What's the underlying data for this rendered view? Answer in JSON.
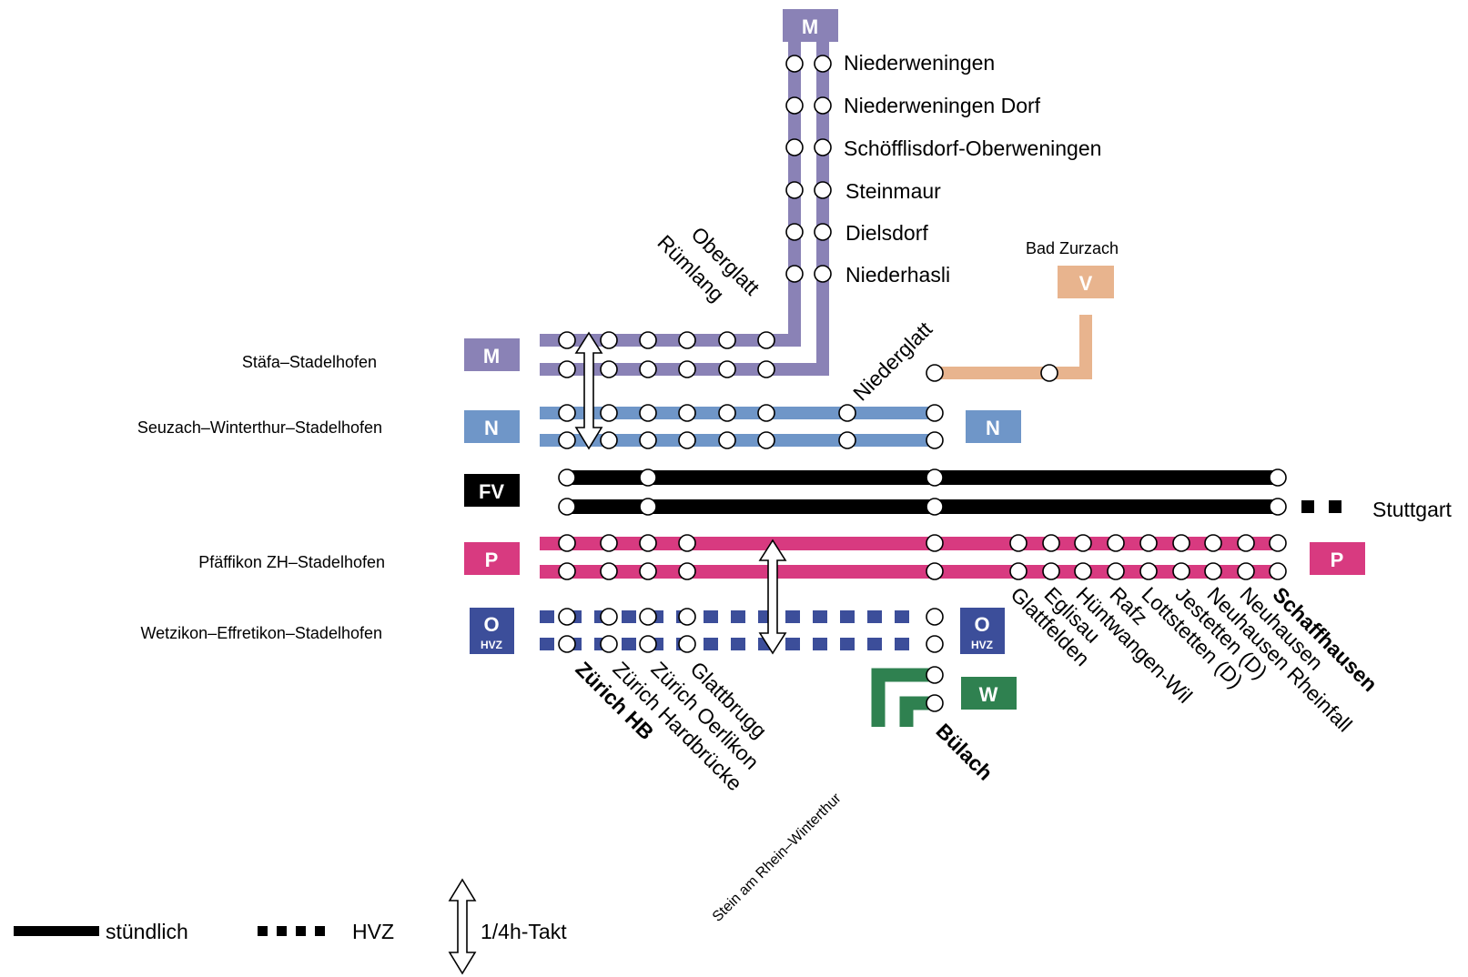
{
  "colors": {
    "M": "#8a82b6",
    "N": "#6f96c8",
    "FV": "#000000",
    "P": "#d83a80",
    "O": "#3c4e9a",
    "V": "#e8b48e",
    "W": "#2f8150",
    "station_fill": "#ffffff",
    "arrow_fill": "#ffffff"
  },
  "line_badges": {
    "M_top": "M",
    "M_left": "M",
    "N_left": "N",
    "N_right": "N",
    "FV": "FV",
    "P_left": "P",
    "P_right": "P",
    "O_left": "O",
    "O_left_sub": "HVZ",
    "O_right": "O",
    "O_right_sub": "HVZ",
    "V": "V",
    "W": "W"
  },
  "route_labels": {
    "M": "Stäfa–Stadelhofen",
    "N": "Seuzach–Winterthur–Stadelhofen",
    "P": "Pfäffikon ZH–Stadelhofen",
    "O": "Wetzikon–Effretikon–Stadelhofen"
  },
  "stations": {
    "niederweningen": "Niederweningen",
    "niederweningen_dorf": "Niederweningen Dorf",
    "schoefflisdorf": "Schöfflisdorf-Oberweningen",
    "steinmaur": "Steinmaur",
    "dielsdorf": "Dielsdorf",
    "niederhasli": "Niederhasli",
    "oberglatt": "Oberglatt",
    "ruemlang": "Rümlang",
    "niederglatt": "Niederglatt",
    "bad_zurzach": "Bad Zurzach",
    "stuttgart": "Stuttgart",
    "zuerich_hb": "Zürich HB",
    "zuerich_hardbruecke": "Zürich Hardbrücke",
    "zuerich_oerlikon": "Zürich Oerlikon",
    "glattbrugg": "Glattbrugg",
    "buelach": "Bülach",
    "stein_am_rhein": "Stein am Rhein–Winterthur",
    "glattfelden": "Glattfelden",
    "eglisau": "Eglisau",
    "huentwangen": "Hüntwangen-Wil",
    "rafz": "Rafz",
    "lottstetten": "Lottstetten (D)",
    "jestetten": "Jestetten (D)",
    "neuhausen_rheinfall": "Neuhausen Rheinfall",
    "neuhausen": "Neuhausen",
    "schaffhausen": "Schaffhausen"
  },
  "legend": {
    "hourly": "stündlich",
    "peak": "HVZ",
    "quarter": "1/4h-Takt"
  }
}
